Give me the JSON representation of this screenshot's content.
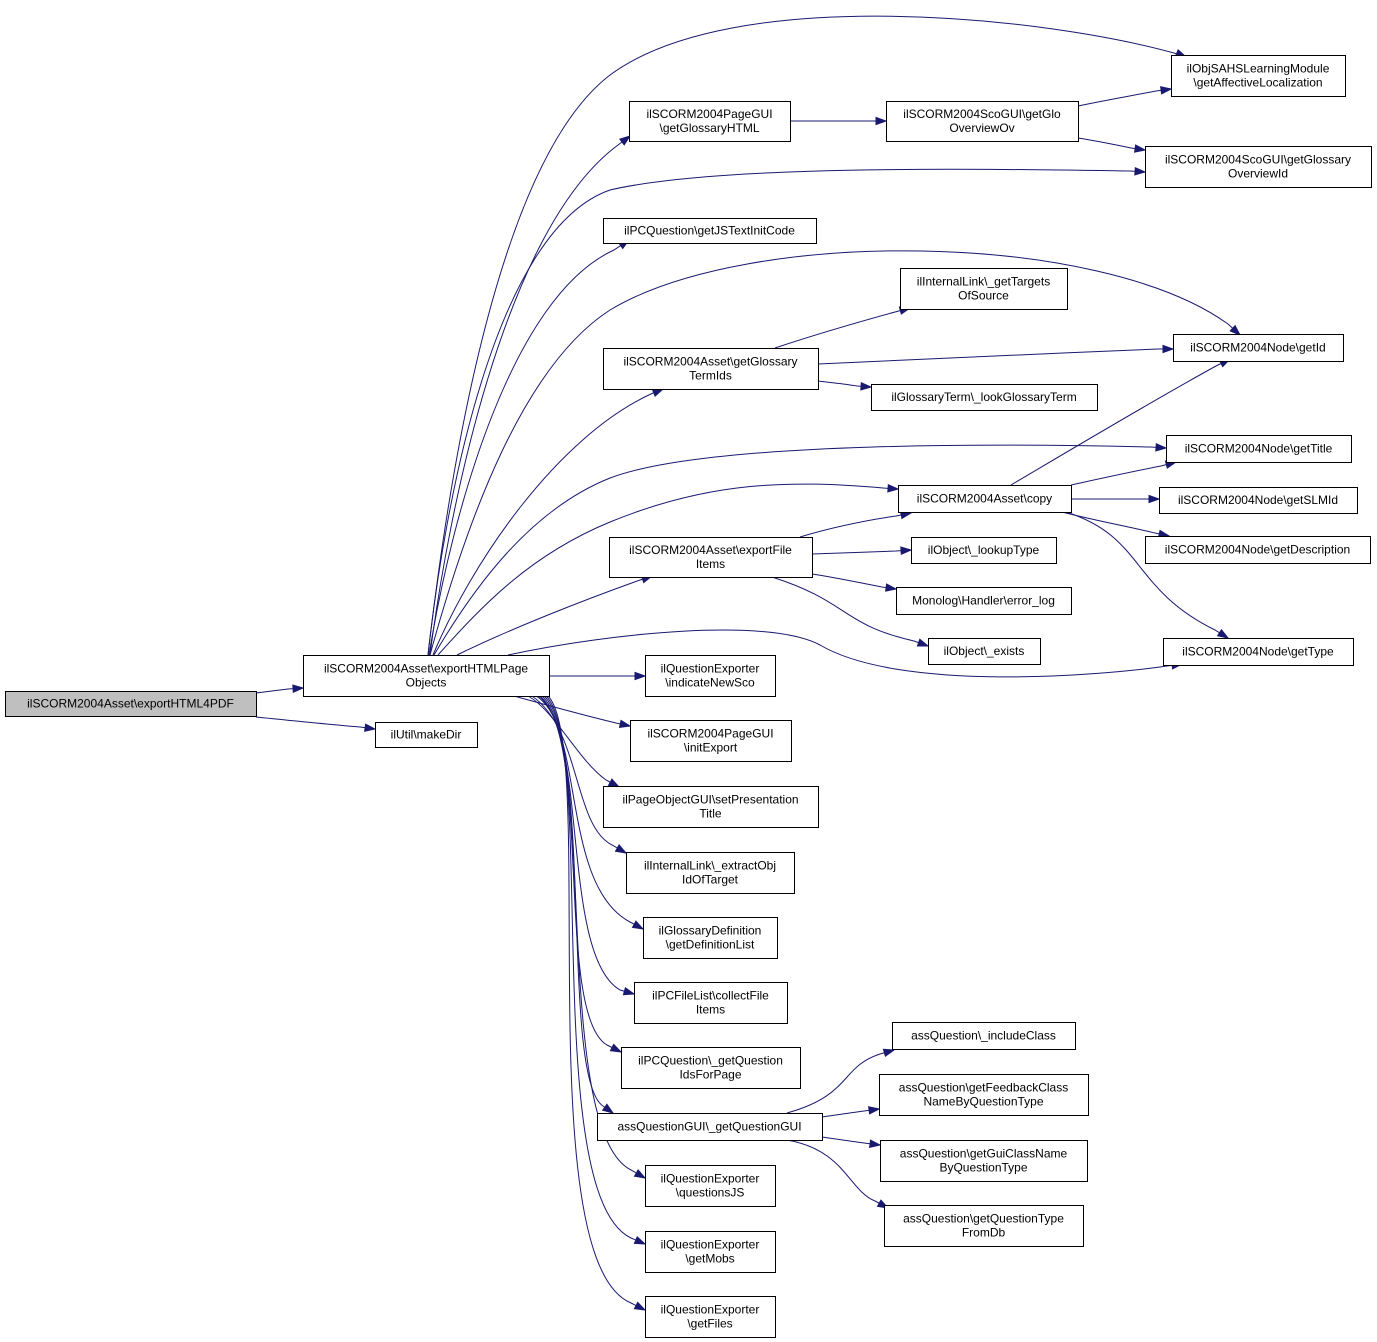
{
  "graph": {
    "nodes": [
      {
        "id": "root",
        "lines": [
          "ilSCORM2004Asset\\exportHTML4PDF"
        ],
        "root": true
      },
      {
        "id": "exportHTMLPageObjects",
        "lines": [
          "ilSCORM2004Asset\\exportHTMLPage",
          "Objects"
        ]
      },
      {
        "id": "makeDir",
        "lines": [
          "ilUtil\\makeDir"
        ]
      },
      {
        "id": "getAffectiveLocalization",
        "lines": [
          "ilObjSAHSLearningModule",
          "\\getAffectiveLocalization"
        ]
      },
      {
        "id": "getGlossaryHTML",
        "lines": [
          "ilSCORM2004PageGUI",
          "\\getGlossaryHTML"
        ]
      },
      {
        "id": "getGloOverviewOv",
        "lines": [
          "ilSCORM2004ScoGUI\\getGlo",
          "OverviewOv"
        ]
      },
      {
        "id": "getGlossaryOverviewId",
        "lines": [
          "ilSCORM2004ScoGUI\\getGlossary",
          "OverviewId"
        ]
      },
      {
        "id": "getJSTextInitCode",
        "lines": [
          "ilPCQuestion\\getJSTextInitCode"
        ]
      },
      {
        "id": "getTargetsOfSource",
        "lines": [
          "ilInternalLink\\_getTargets",
          "OfSource"
        ]
      },
      {
        "id": "getGlossaryTermIds",
        "lines": [
          "ilSCORM2004Asset\\getGlossary",
          "TermIds"
        ]
      },
      {
        "id": "getId",
        "lines": [
          "ilSCORM2004Node\\getId"
        ]
      },
      {
        "id": "lookGlossaryTerm",
        "lines": [
          "ilGlossaryTerm\\_lookGlossaryTerm"
        ]
      },
      {
        "id": "getTitle",
        "lines": [
          "ilSCORM2004Node\\getTitle"
        ]
      },
      {
        "id": "copy",
        "lines": [
          "ilSCORM2004Asset\\copy"
        ]
      },
      {
        "id": "getSLMId",
        "lines": [
          "ilSCORM2004Node\\getSLMId"
        ]
      },
      {
        "id": "exportFileItems",
        "lines": [
          "ilSCORM2004Asset\\exportFile",
          "Items"
        ]
      },
      {
        "id": "lookupType",
        "lines": [
          "ilObject\\_lookupType"
        ]
      },
      {
        "id": "getDescription",
        "lines": [
          "ilSCORM2004Node\\getDescription"
        ]
      },
      {
        "id": "errorLog",
        "lines": [
          "Monolog\\Handler\\error_log"
        ]
      },
      {
        "id": "exists",
        "lines": [
          "ilObject\\_exists"
        ]
      },
      {
        "id": "getType",
        "lines": [
          "ilSCORM2004Node\\getType"
        ]
      },
      {
        "id": "indicateNewSco",
        "lines": [
          "ilQuestionExporter",
          "\\indicateNewSco"
        ]
      },
      {
        "id": "initExport",
        "lines": [
          "ilSCORM2004PageGUI",
          "\\initExport"
        ]
      },
      {
        "id": "setPresentationTitle",
        "lines": [
          "ilPageObjectGUI\\setPresentation",
          "Title"
        ]
      },
      {
        "id": "extractObjIdOfTarget",
        "lines": [
          "ilInternalLink\\_extractObj",
          "IdOfTarget"
        ]
      },
      {
        "id": "getDefinitionList",
        "lines": [
          "ilGlossaryDefinition",
          "\\getDefinitionList"
        ]
      },
      {
        "id": "collectFileItems",
        "lines": [
          "ilPCFileList\\collectFile",
          "Items"
        ]
      },
      {
        "id": "getQuestionIdsForPage",
        "lines": [
          "ilPCQuestion\\_getQuestion",
          "IdsForPage"
        ]
      },
      {
        "id": "includeClass",
        "lines": [
          "assQuestion\\_includeClass"
        ]
      },
      {
        "id": "getFeedbackClassName",
        "lines": [
          "assQuestion\\getFeedbackClass",
          "NameByQuestionType"
        ]
      },
      {
        "id": "getQuestionGUI",
        "lines": [
          "assQuestionGUI\\_getQuestionGUI"
        ]
      },
      {
        "id": "getGuiClassName",
        "lines": [
          "assQuestion\\getGuiClassName",
          "ByQuestionType"
        ]
      },
      {
        "id": "getQuestionTypeFromDb",
        "lines": [
          "assQuestion\\getQuestionType",
          "FromDb"
        ]
      },
      {
        "id": "questionsJS",
        "lines": [
          "ilQuestionExporter",
          "\\questionsJS"
        ]
      },
      {
        "id": "getMobs",
        "lines": [
          "ilQuestionExporter",
          "\\getMobs"
        ]
      },
      {
        "id": "getFiles",
        "lines": [
          "ilQuestionExporter",
          "\\getFiles"
        ]
      }
    ],
    "edges": [
      {
        "from": "root",
        "to": "exportHTMLPageObjects"
      },
      {
        "from": "root",
        "to": "makeDir"
      },
      {
        "from": "exportHTMLPageObjects",
        "to": "getAffectiveLocalization"
      },
      {
        "from": "exportHTMLPageObjects",
        "to": "getGlossaryHTML"
      },
      {
        "from": "exportHTMLPageObjects",
        "to": "getGlossaryOverviewId"
      },
      {
        "from": "exportHTMLPageObjects",
        "to": "getJSTextInitCode"
      },
      {
        "from": "exportHTMLPageObjects",
        "to": "getId"
      },
      {
        "from": "exportHTMLPageObjects",
        "to": "getGlossaryTermIds"
      },
      {
        "from": "exportHTMLPageObjects",
        "to": "getTitle"
      },
      {
        "from": "exportHTMLPageObjects",
        "to": "copy"
      },
      {
        "from": "exportHTMLPageObjects",
        "to": "exportFileItems"
      },
      {
        "from": "exportHTMLPageObjects",
        "to": "getType"
      },
      {
        "from": "exportHTMLPageObjects",
        "to": "indicateNewSco"
      },
      {
        "from": "exportHTMLPageObjects",
        "to": "initExport"
      },
      {
        "from": "exportHTMLPageObjects",
        "to": "setPresentationTitle"
      },
      {
        "from": "exportHTMLPageObjects",
        "to": "extractObjIdOfTarget"
      },
      {
        "from": "exportHTMLPageObjects",
        "to": "getDefinitionList"
      },
      {
        "from": "exportHTMLPageObjects",
        "to": "collectFileItems"
      },
      {
        "from": "exportHTMLPageObjects",
        "to": "getQuestionIdsForPage"
      },
      {
        "from": "exportHTMLPageObjects",
        "to": "getQuestionGUI"
      },
      {
        "from": "exportHTMLPageObjects",
        "to": "questionsJS"
      },
      {
        "from": "exportHTMLPageObjects",
        "to": "getMobs"
      },
      {
        "from": "exportHTMLPageObjects",
        "to": "getFiles"
      },
      {
        "from": "getGlossaryHTML",
        "to": "getGloOverviewOv"
      },
      {
        "from": "getGloOverviewOv",
        "to": "getAffectiveLocalization"
      },
      {
        "from": "getGloOverviewOv",
        "to": "getGlossaryOverviewId"
      },
      {
        "from": "getGlossaryTermIds",
        "to": "getTargetsOfSource"
      },
      {
        "from": "getGlossaryTermIds",
        "to": "getId"
      },
      {
        "from": "getGlossaryTermIds",
        "to": "lookGlossaryTerm"
      },
      {
        "from": "copy",
        "to": "getId"
      },
      {
        "from": "copy",
        "to": "getTitle"
      },
      {
        "from": "copy",
        "to": "getSLMId"
      },
      {
        "from": "copy",
        "to": "getDescription"
      },
      {
        "from": "copy",
        "to": "getType"
      },
      {
        "from": "exportFileItems",
        "to": "copy"
      },
      {
        "from": "exportFileItems",
        "to": "lookupType"
      },
      {
        "from": "exportFileItems",
        "to": "errorLog"
      },
      {
        "from": "exportFileItems",
        "to": "exists"
      },
      {
        "from": "getQuestionGUI",
        "to": "includeClass"
      },
      {
        "from": "getQuestionGUI",
        "to": "getFeedbackClassName"
      },
      {
        "from": "getQuestionGUI",
        "to": "getGuiClassName"
      },
      {
        "from": "getQuestionGUI",
        "to": "getQuestionTypeFromDb"
      }
    ]
  }
}
